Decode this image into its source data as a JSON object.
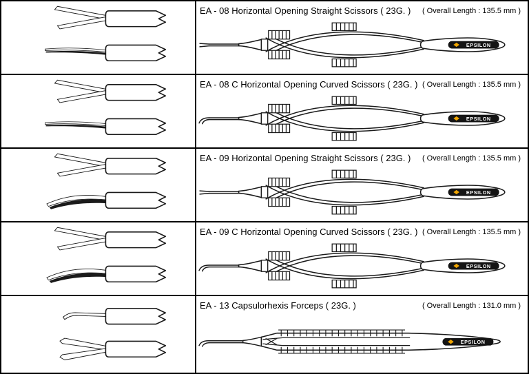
{
  "brand": {
    "name": "EPSILON",
    "badge_bg": "#141414",
    "badge_dot": "#f0a500",
    "line_color": "#1a1a1a"
  },
  "rows": [
    {
      "title": "EA - 08 Horizontal Opening Straight Scissors ( 23G. )",
      "length": "( Overall Length : 135.5 mm )"
    },
    {
      "title": "EA - 08 C Horizontal Opening Curved Scissors ( 23G. )",
      "length": "( Overall Length : 135.5 mm )"
    },
    {
      "title": "EA - 09  Horizontal Opening Straight Scissors ( 23G. )",
      "length": "( Overall Length : 135.5 mm )"
    },
    {
      "title": "EA - 09 C  Horizontal Opening Curved Scissors ( 23G. )",
      "length": "( Overall Length : 135.5 mm )"
    },
    {
      "title": "EA - 13  Capsulorhexis Forceps ( 23G. )",
      "length": "( Overall Length : 131.0 mm )"
    }
  ]
}
